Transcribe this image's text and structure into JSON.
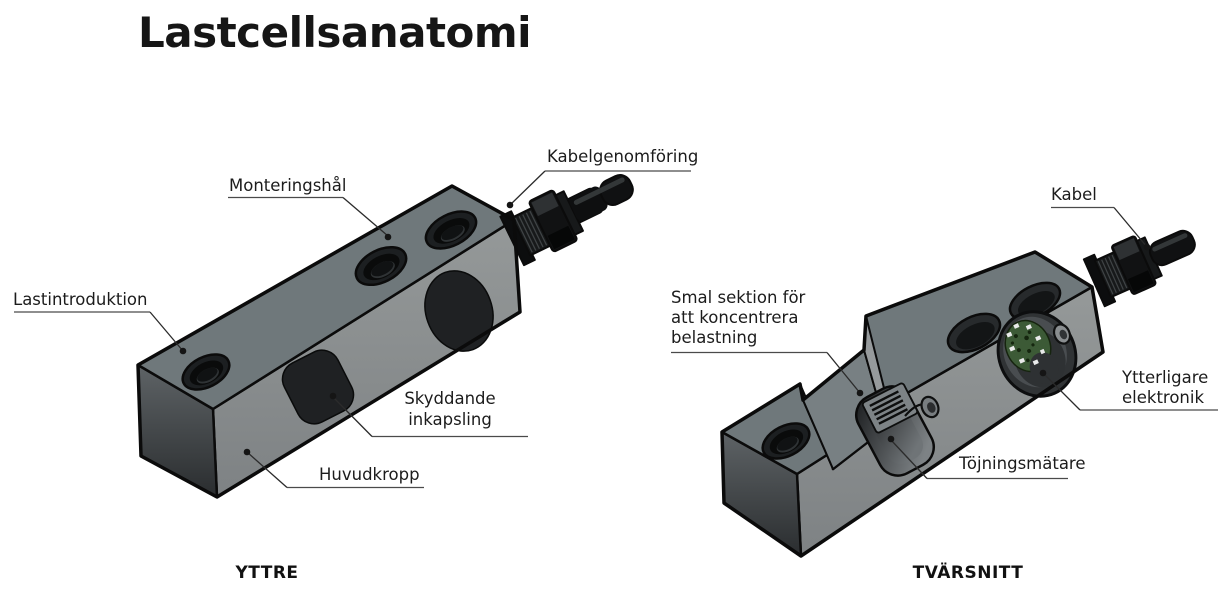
{
  "title": "Lastcellsanatomi",
  "views": {
    "exterior": {
      "caption": "YTTRE",
      "labels": {
        "monteringshal": {
          "text": "Monteringshål"
        },
        "kabelgenomforing": {
          "text": "Kabelgenomföring"
        },
        "lastintroduktion": {
          "text": "Lastintroduktion"
        },
        "skyddande_inkapsling": {
          "lines": [
            "Skyddande",
            "inkapsling"
          ]
        },
        "huvudkropp": {
          "text": "Huvudkropp"
        }
      }
    },
    "cross_section": {
      "caption": "TVÄRSNITT",
      "labels": {
        "smal_sektion": {
          "lines": [
            "Smal sektion för",
            "att koncentrera",
            "belastning"
          ]
        },
        "kabel": {
          "text": "Kabel"
        },
        "ytterligare_elektronik": {
          "lines": [
            "Ytterligare",
            "elektronik"
          ]
        },
        "tojningsmatare": {
          "text": "Töjningsmätare"
        }
      }
    }
  },
  "colors": {
    "background": "#ffffff",
    "body_top": "#6f787b",
    "body_front": "#8d9193",
    "body_end_light": "#999c9e",
    "body_end_dark_top": "#5e6366",
    "body_end_dark_bottom": "#2a2d2f",
    "protective_patch": "#1f2123",
    "cable_black": "#101112",
    "pcb_green": "#3c5a36",
    "outline": "#0b0b0b",
    "leader_line": "#2b2b2b",
    "text": "#1c1c1c"
  }
}
